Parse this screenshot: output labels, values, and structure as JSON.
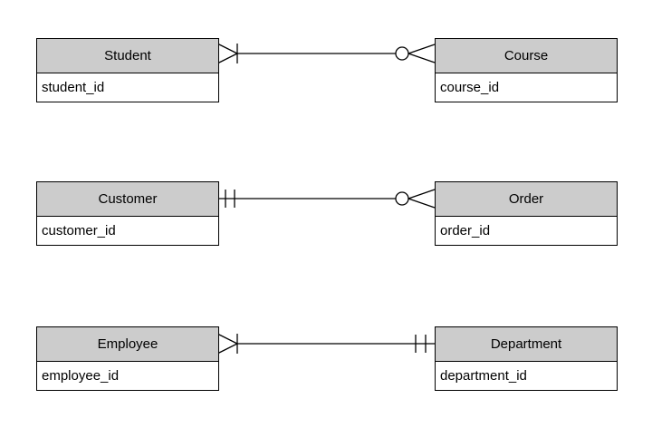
{
  "diagram": {
    "type": "entity-relationship-diagram",
    "notation": "crows-foot",
    "colors": {
      "background": "#ffffff",
      "entity_header_fill": "#cccccc",
      "entity_body_fill": "#ffffff",
      "border": "#000000",
      "line": "#000000",
      "text": "#000000"
    },
    "entities": [
      {
        "name": "Student",
        "attribute": "student_id"
      },
      {
        "name": "Course",
        "attribute": "course_id"
      },
      {
        "name": "Customer",
        "attribute": "customer_id"
      },
      {
        "name": "Order",
        "attribute": "order_id"
      },
      {
        "name": "Employee",
        "attribute": "employee_id"
      },
      {
        "name": "Department",
        "attribute": "department_id"
      }
    ],
    "relationships": [
      {
        "from": "Student",
        "to": "Course",
        "from_cardinality": "one-or-many",
        "from_symbol": "crows-foot-with-bar",
        "to_cardinality": "zero-or-many",
        "to_symbol": "circle-with-crows-foot"
      },
      {
        "from": "Customer",
        "to": "Order",
        "from_cardinality": "exactly-one",
        "from_symbol": "double-bar",
        "to_cardinality": "zero-or-many",
        "to_symbol": "circle-with-crows-foot"
      },
      {
        "from": "Employee",
        "to": "Department",
        "from_cardinality": "one-or-many",
        "from_symbol": "crows-foot-with-bar",
        "to_cardinality": "exactly-one",
        "to_symbol": "double-bar"
      }
    ]
  }
}
